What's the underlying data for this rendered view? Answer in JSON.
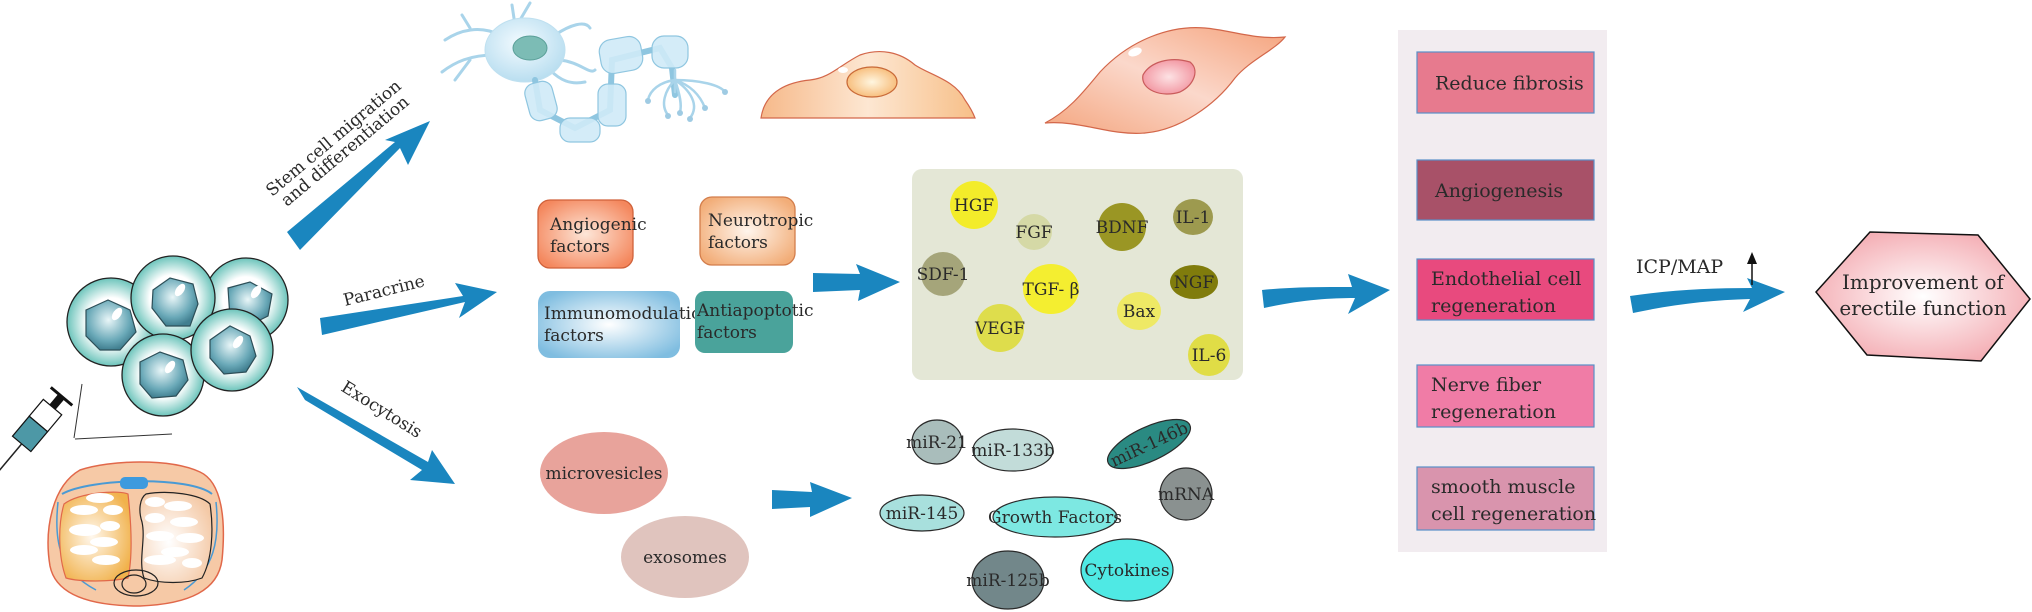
{
  "pathways": {
    "migration": "Stem cell migration and differentiation",
    "migration_line1": "Stem cell migration",
    "migration_line2": "and differentiation",
    "paracrine": "Paracrine",
    "exocytosis": "Exocytosis"
  },
  "factor_groups": [
    {
      "line1": "Angiogenic",
      "line2": "factors",
      "color": "#f59a72"
    },
    {
      "line1": "Neurotropic",
      "line2": "factors",
      "color": "#f5b98a"
    },
    {
      "line1": "Immunomodulation",
      "line2": "factors",
      "color": "#8fc6e2"
    },
    {
      "line1": "Antiapoptotic",
      "line2": "factors",
      "color": "#4aa39b"
    }
  ],
  "secreted_factors": {
    "panel_color": "#e4e7d6",
    "items": [
      {
        "label": "HGF",
        "color": "#f3ec2a"
      },
      {
        "label": "FGF",
        "color": "#d5d9a6"
      },
      {
        "label": "SDF-1",
        "color": "#a5a57a"
      },
      {
        "label": "TGF- β",
        "color": "#f4ee30"
      },
      {
        "label": "VEGF",
        "color": "#dedd4c"
      },
      {
        "label": "BDNF",
        "color": "#9a9624"
      },
      {
        "label": "IL-1",
        "color": "#9d9a4f"
      },
      {
        "label": "NGF",
        "color": "#807c0c"
      },
      {
        "label": "Bax",
        "color": "#eee965"
      },
      {
        "label": "IL-6",
        "color": "#e0dd46"
      }
    ]
  },
  "vesicles": [
    {
      "label": "microvesicles",
      "color": "#e8a39b"
    },
    {
      "label": "exosomes",
      "color": "#e0c4be"
    }
  ],
  "cargo": [
    {
      "label": "miR-21",
      "color": "#a9bdbb"
    },
    {
      "label": "miR-133b",
      "color": "#c2dcd9"
    },
    {
      "label": "miR-146b",
      "color": "#2a8a82"
    },
    {
      "label": "mRNA",
      "color": "#8a9190"
    },
    {
      "label": "miR-145",
      "color": "#a8e0dd"
    },
    {
      "label": "Growth Factors",
      "color": "#7de8e2"
    },
    {
      "label": "miR-125b",
      "color": "#72878a"
    },
    {
      "label": "Cytokines",
      "color": "#4fe9e4"
    }
  ],
  "outcomes": {
    "panel_color": "#f2ecf0",
    "items": [
      {
        "line1": "Reduce fibrosis",
        "line2": "",
        "color": "#e77a8e"
      },
      {
        "line1": "Angiogenesis",
        "line2": "",
        "color": "#a85168"
      },
      {
        "line1": "Endothelial cell",
        "line2": "regeneration",
        "color": "#e84a7e"
      },
      {
        "line1": "Nerve fiber",
        "line2": "regeneration",
        "color": "#f07ca6"
      },
      {
        "line1": "smooth muscle",
        "line2": "cell regeneration",
        "color": "#d994ad"
      }
    ]
  },
  "measurement": {
    "label": "ICP/MAP",
    "direction": "up-arrow-icon"
  },
  "result": {
    "line1": "Improvement of",
    "line2": "erectile function",
    "color": "#f6c2c6"
  },
  "colors": {
    "arrow": "#1a86bf"
  }
}
